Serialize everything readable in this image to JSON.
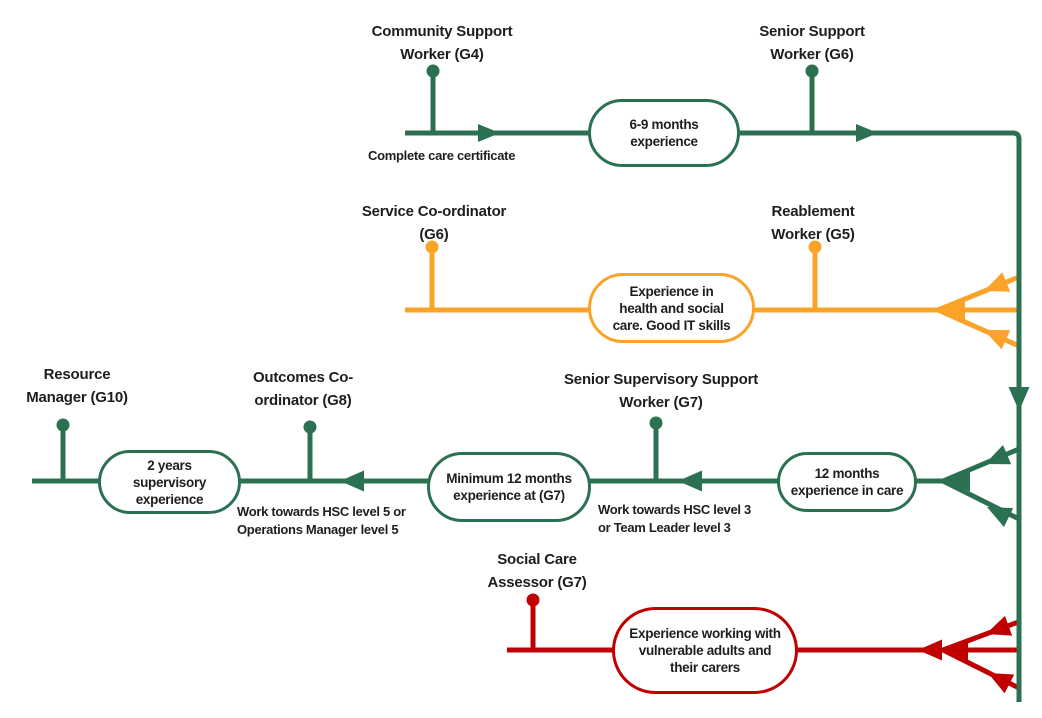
{
  "colors": {
    "green": "#2B7151",
    "orange": "#FAA328",
    "red": "#C00000",
    "text": "#1E1E1E",
    "background": "#FFFFFF"
  },
  "roles": {
    "community_support_worker": "Community Support\nWorker (G4)",
    "senior_support_worker": "Senior Support\nWorker (G6)",
    "service_coordinator": "Service Co-ordinator\n(G6)",
    "reablement_worker": "Reablement\nWorker (G5)",
    "resource_manager": "Resource\nManager (G10)",
    "outcomes_coordinator": "Outcomes Co-\nordinator (G8)",
    "senior_supervisory_support_worker": "Senior Supervisory Support\nWorker (G7)",
    "social_care_assessor": "Social Care\nAssessor (G7)"
  },
  "requirements": {
    "experience_6_9_months": "6-9 months\nexperience",
    "experience_health_social_care": "Experience in\nhealth and social\ncare. Good IT skills",
    "supervisory_2_years": "2 years\nsupervisory\nexperience",
    "minimum_12_months_g7": "Minimum 12 months\nexperience at (G7)",
    "experience_12_months_care": "12 months\nexperience in care",
    "experience_vulnerable_adults": "Experience working with\nvulnerable adults and\ntheir carers"
  },
  "notes": {
    "complete_care_certificate": "Complete care certificate",
    "work_towards_level5": "Work towards HSC level 5 or\nOperations Manager level 5",
    "work_towards_level3": "Work towards HSC level 3\nor Team Leader level 3"
  }
}
